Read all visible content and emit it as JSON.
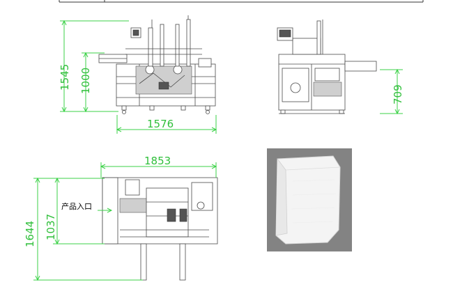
{
  "dimensions": {
    "front_height": "1545",
    "front_inner_height": "1000",
    "front_width": "1576",
    "side_height": "709",
    "plan_width": "1853",
    "plan_depth": "1644",
    "plan_inner_depth": "1037"
  },
  "labels": {
    "product_inlet": "产品入口"
  },
  "colors": {
    "dimension": "#2fbf3a",
    "machine_line": "#4a4a4a",
    "product": "#f2f2f2"
  }
}
